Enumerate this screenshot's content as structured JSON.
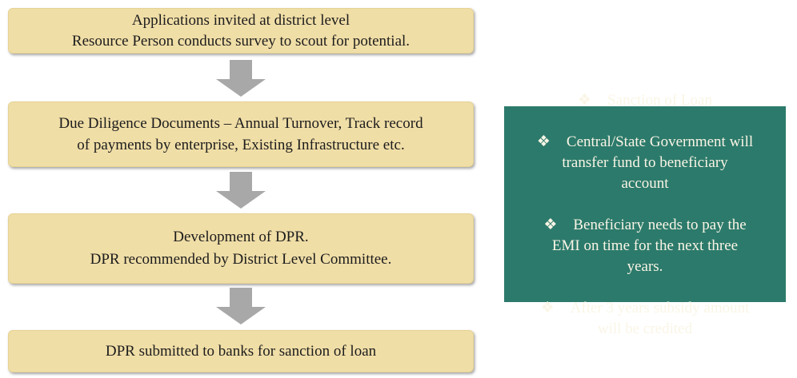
{
  "colors": {
    "background": "#FFFFFF",
    "box_fill": "#F0DEA7",
    "box_border": "#E6D293",
    "box_text": "#1C1C1C",
    "arrow": "#A8A8A8",
    "panel_fill": "#2C7A6B",
    "panel_text": "#FAF5E6"
  },
  "flow": {
    "steps": [
      {
        "text": "Applications invited at district level\nResource Person conducts survey to scout for potential."
      },
      {
        "text": "Due Diligence Documents – Annual Turnover, Track record\nof payments by enterprise, Existing Infrastructure etc."
      },
      {
        "text": "Development of DPR.\nDPR recommended by District Level Committee."
      },
      {
        "text": "DPR submitted to banks for sanction of loan"
      }
    ]
  },
  "panel": {
    "bullet_glyph": "❖",
    "items": [
      {
        "text": "Sanction of Loan"
      },
      {
        "text": "Central/State Government will\ntransfer fund to beneficiary\naccount"
      },
      {
        "text": "Beneficiary needs to pay the\nEMI on time for the next three\nyears."
      },
      {
        "text": "After 3 years subsidy amount\nwill be credited"
      }
    ]
  }
}
